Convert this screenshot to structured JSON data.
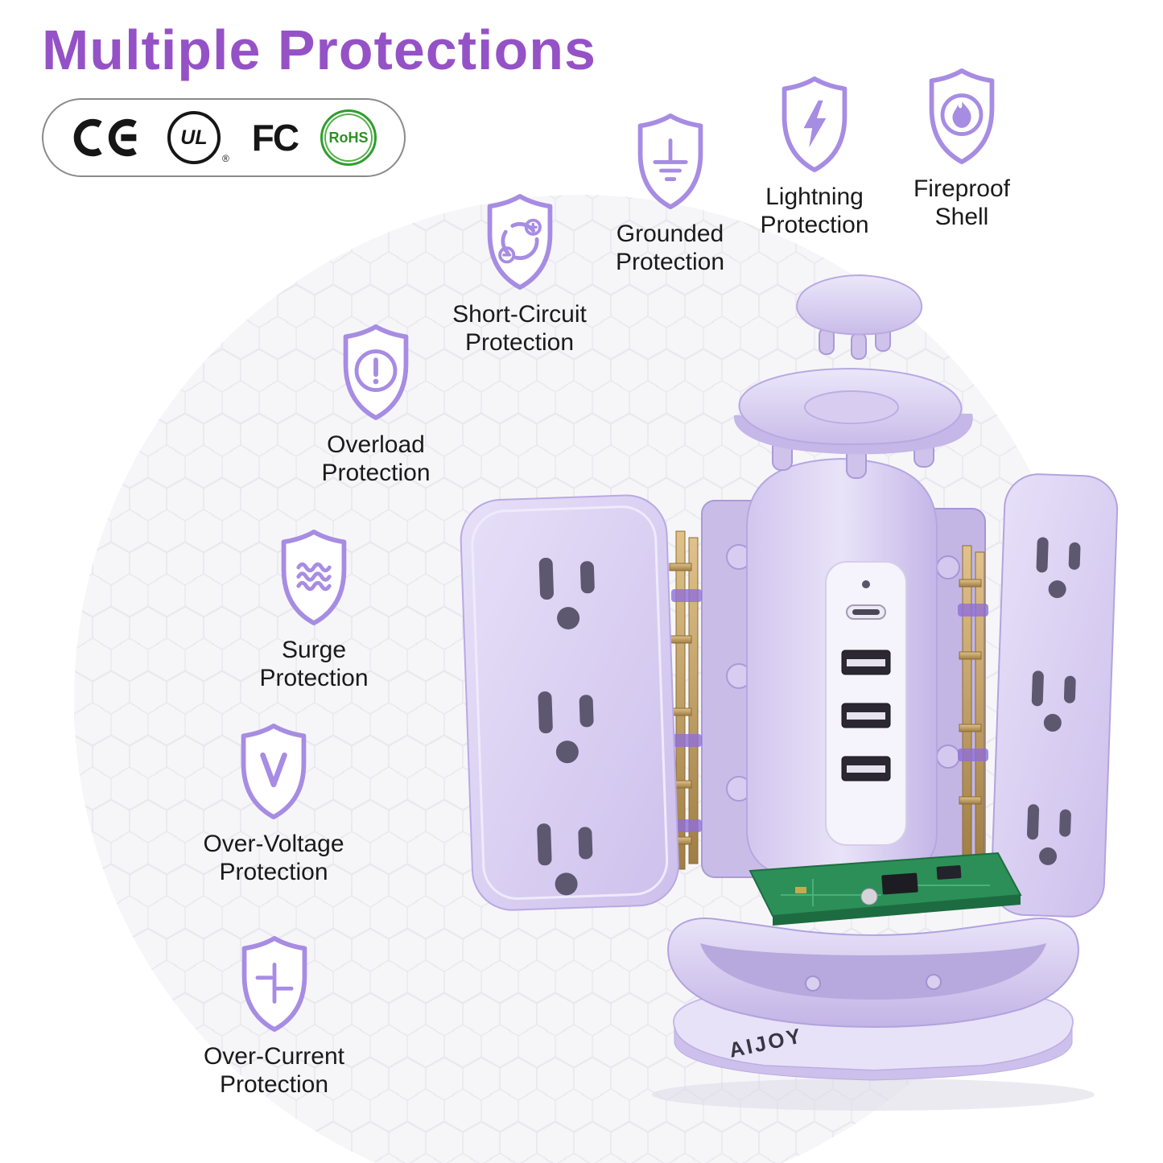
{
  "page": {
    "title": "Multiple Protections"
  },
  "certifications": {
    "ce": "CE",
    "ul": "UL",
    "ul_reg": "®",
    "fcc": "FC",
    "rohs": "RoHS"
  },
  "protections": [
    {
      "id": "fireproof-shell",
      "icon": "flame-shield-icon",
      "label": "Fireproof\nShell"
    },
    {
      "id": "lightning-protection",
      "icon": "lightning-shield-icon",
      "label": "Lightning\nProtection"
    },
    {
      "id": "grounded-protection",
      "icon": "ground-shield-icon",
      "label": "Grounded\nProtection"
    },
    {
      "id": "short-circuit-protection",
      "icon": "short-circuit-shield-icon",
      "label": "Short-Circuit\nProtection"
    },
    {
      "id": "overload-protection",
      "icon": "overload-shield-icon",
      "label": "Overload\nProtection"
    },
    {
      "id": "surge-protection",
      "icon": "surge-shield-icon",
      "label": "Surge\nProtection"
    },
    {
      "id": "over-voltage-protection",
      "icon": "voltage-shield-icon",
      "label": "Over-Voltage\nProtection"
    },
    {
      "id": "over-current-protection",
      "icon": "current-shield-icon",
      "label": "Over-Current\nProtection"
    }
  ],
  "product": {
    "brand": "AIJOY"
  },
  "colors": {
    "title": "#9552c6",
    "shield_outline": "#a78ce3",
    "label_text": "#1a1a1a",
    "rohs_green": "#2f9e2f",
    "product_purple": "#cfc3ec",
    "pcb_green": "#2c8f58"
  }
}
